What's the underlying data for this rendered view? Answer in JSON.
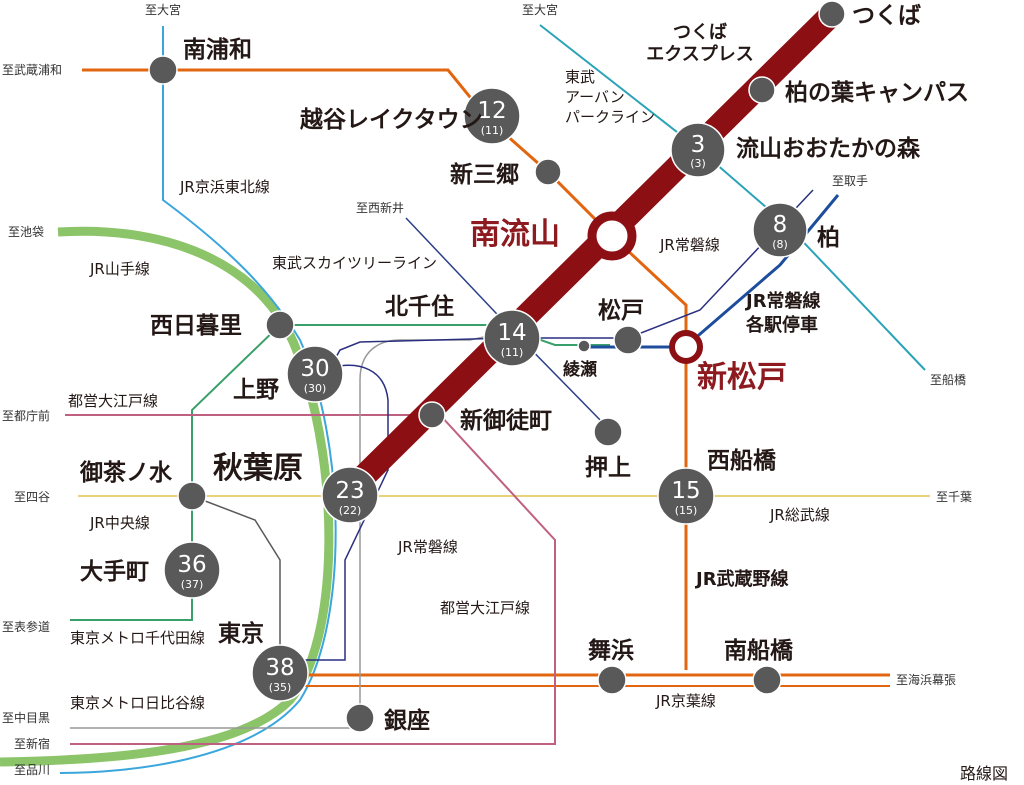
{
  "map": {
    "caption": "路線図"
  },
  "colors": {
    "tsukuba_express": "#8c0f14",
    "musashino": "#e2650f",
    "yamanote": "#8cc46a",
    "keihin_tohoku": "#3aa6dc",
    "sobu": "#e8d37a",
    "chiyoda": "#3aa06a",
    "oedo": "#c06080",
    "hibiya": "#999999",
    "joban_local": "#1d4d9c",
    "tobu_skytree": "#2a3f8a",
    "tobu_urban_park": "#2aa3b8",
    "joban_rapid": "#2a2f80",
    "station": "#595959"
  },
  "stations": {
    "tsukuba": "つくば",
    "kashiwanoha": "柏の葉キャンパス",
    "nagareyama_otakanomori": {
      "name": "流山おおたかの森",
      "time": "3",
      "alt": "(3)"
    },
    "minami_nagareyama": "南流山",
    "kita_senju": {
      "name": "北千住",
      "time": "14",
      "alt": "(11)"
    },
    "shin_okachimachi": "新御徒町",
    "akihabara": {
      "name": "秋葉原",
      "time": "23",
      "alt": "(22)"
    },
    "minami_urawa": "南浦和",
    "koshigaya_laketown": {
      "name": "越谷レイクタウン",
      "time": "12",
      "alt": "(11)"
    },
    "shin_misato": "新三郷",
    "kashiwa": {
      "name": "柏",
      "time": "8",
      "alt": "(8)"
    },
    "matsudo": "松戸",
    "shin_matsudo": "新松戸",
    "ayase": "綾瀬",
    "oshiage": "押上",
    "nishi_funabashi": {
      "name": "西船橋",
      "time": "15",
      "alt": "(15)"
    },
    "nishi_nippori": "西日暮里",
    "ueno": {
      "name": "上野",
      "time": "30",
      "alt": "(30)"
    },
    "ochanomizu": "御茶ノ水",
    "otemachi": {
      "name": "大手町",
      "time": "36",
      "alt": "(37)"
    },
    "tokyo": {
      "name": "東京",
      "time": "38",
      "alt": "(35)"
    },
    "ginza": "銀座",
    "maihama": "舞浜",
    "minami_funabashi": "南船橋"
  },
  "lines": {
    "tsukuba_express": "つくば\nエクスプレス",
    "tobu_urban_park": "東武\nアーバン\nパークライン",
    "jr_joban_1": "JR常磐線",
    "jr_joban_local": "JR常磐線\n各駅停車",
    "jr_keihin_tohoku": "JR京浜東北線",
    "tobu_skytree": "東武スカイツリーライン",
    "jr_yamanote": "JR山手線",
    "toei_oedo_1": "都営大江戸線",
    "toei_oedo_2": "都営大江戸線",
    "jr_chuo": "JR中央線",
    "jr_joban_2": "JR常磐線",
    "jr_sobu": "JR総武線",
    "jr_musashino": "JR武蔵野線",
    "metro_chiyoda": "東京メトロ千代田線",
    "metro_hibiya": "東京メトロ日比谷線",
    "jr_keiyo": "JR京葉線"
  },
  "directions": {
    "omiya_1": "至大宮",
    "omiya_2": "至大宮",
    "musashi_urawa": "至武蔵浦和",
    "nishi_arai": "至西新井",
    "toride": "至取手",
    "ikebukuro": "至池袋",
    "funabashi": "至船橋",
    "tochomae": "至都庁前",
    "yotsuya": "至四谷",
    "chiba": "至千葉",
    "omotesando": "至表参道",
    "kaihin_makuhari": "至海浜幕張",
    "naka_meguro": "至中目黒",
    "shinjuku": "至新宿",
    "shinagawa": "至品川"
  }
}
